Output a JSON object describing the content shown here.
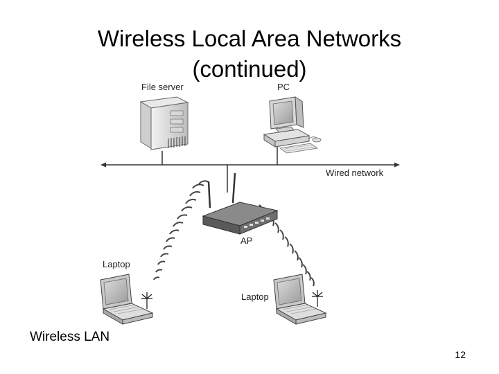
{
  "slide": {
    "title_line1": "Wireless Local Area Networks",
    "title_line2": "(continued)",
    "caption": "Wireless LAN",
    "page_number": "12"
  },
  "diagram": {
    "labels": {
      "file_server": "File server",
      "pc": "PC",
      "wired_network": "Wired network",
      "ap": "AP",
      "laptop_left": "Laptop",
      "laptop_right": "Laptop"
    },
    "icons": [
      "file-server-icon",
      "pc-icon",
      "access-point-icon",
      "laptop-icon",
      "antenna-icon",
      "wireless-signal-icon"
    ]
  }
}
